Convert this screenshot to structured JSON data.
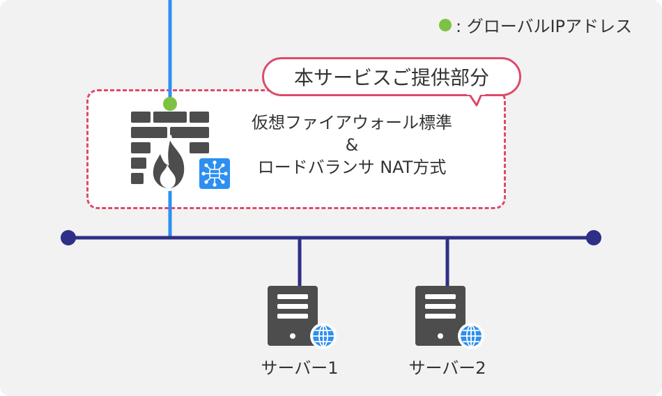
{
  "legend": {
    "color": "#7dc242",
    "label": ": グローバルIPアドレス"
  },
  "callout": {
    "label": "本サービスご提供部分",
    "border_color": "#dd4a68"
  },
  "firewall": {
    "icon": "firewall-icon",
    "badge_icon": "load-balancer-icon",
    "description_line1": "仮想ファイアウォール標準",
    "description_line2": "&",
    "description_line3": "ロードバランサ NAT方式"
  },
  "network": {
    "uplink_color": "#2d8ff0",
    "lan_color": "#2e2f86"
  },
  "servers": [
    {
      "label": "サーバー1",
      "icon": "server-icon",
      "badge_icon": "globe-icon"
    },
    {
      "label": "サーバー2",
      "icon": "server-icon",
      "badge_icon": "globe-icon"
    }
  ]
}
